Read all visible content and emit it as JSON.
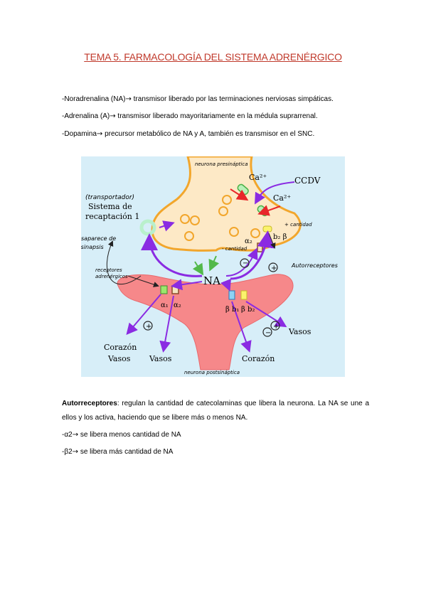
{
  "title": "TEMA 5. FARMACOLOGÍA DEL SISTEMA ADRENÉRGICO",
  "intro": [
    {
      "name": "-Noradrenalina (NA)",
      "arrow": "→",
      "text": " transmisor liberado por las terminaciones nerviosas simpáticas."
    },
    {
      "name": "-Adrenalina (A)",
      "arrow": "→",
      "text": " transmisor liberado mayoritariamente en la médula suprarrenal."
    },
    {
      "name": "-Dopamina",
      "arrow": "→",
      "text": " precursor metabólico de NA y A, también es transmisor en el SNC."
    }
  ],
  "diagram": {
    "presynaptic_note": "neurona presináptica",
    "postsynaptic_note": "neurona postsináptica",
    "ca_top": "Ca²⁺",
    "ccdv": "CCDV",
    "ca_mid": "Ca²⁺",
    "transporter_note": "(transportador)",
    "reuptake_line1": "Sistema de",
    "reuptake_line2": "recaptación 1",
    "disappear_line1": "desaparece de",
    "disappear_line2": "la sinapsis",
    "na": "NA",
    "alpha2_pre": "α₂",
    "beta2_pre": "b₂ β",
    "increase_note": "+ cantidad",
    "decrease_note": "- cantidad",
    "autoreceptors_note": "Autorreceptores",
    "adrenergic_receptors_line1": "receptores",
    "adrenergic_receptors_line2": "adrenérgicos",
    "a1": "α₁",
    "a2": "α₂",
    "b1": "β b₁",
    "b2": "β b₂",
    "target_left1": "Corazón",
    "target_left2": "Vasos",
    "target_vasos": "Vasos",
    "target_corazon": "Corazón",
    "target_vasos_right": "Vasos",
    "plus": "+",
    "minus": "−"
  },
  "autoreceptors": {
    "label": "Autorreceptores",
    "text": ": regulan la cantidad de catecolaminas que libera la neurona. La NA se une a ellos y los activa, haciendo que se libere más o menos NA.",
    "items": [
      {
        "name": "-α2",
        "arrow": "→",
        "text": " se libera menos cantidad de NA"
      },
      {
        "name": "-β2",
        "arrow": "→",
        "text": " se libera más cantidad de NA"
      }
    ]
  },
  "colors": {
    "title": "#c0392b",
    "background_fig": "#d7eef8",
    "presynaptic": "#fde9c6",
    "presynaptic_border": "#f2a62c",
    "postsynaptic": "#f6888a",
    "arrow_purple": "#8a2be2",
    "arrow_green": "#52b94a",
    "arrow_red": "#e8262a"
  }
}
